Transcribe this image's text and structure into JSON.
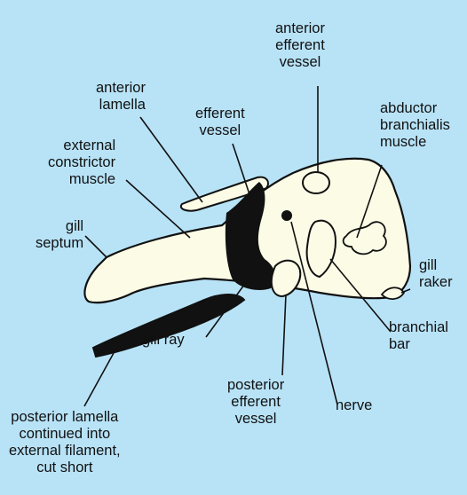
{
  "diagram": {
    "background": "#b8e3f7",
    "tissue_fill": "#fbfbe6",
    "ink": "#111111",
    "labels": {
      "anterior_efferent_vessel": [
        "anterior",
        "efferent",
        "vessel"
      ],
      "anterior_lamella": [
        "anterior",
        "lamella"
      ],
      "efferent_vessel": [
        "efferent",
        "vessel"
      ],
      "abductor_branchialis_muscle": [
        "abductor",
        "branchialis",
        "muscle"
      ],
      "external_constrictor_muscle": [
        "external",
        "constrictor",
        "muscle"
      ],
      "gill_septum": [
        "gill",
        "septum"
      ],
      "gill_raker": [
        "gill",
        "raker"
      ],
      "branchial_bar": [
        "branchial",
        "bar"
      ],
      "gill_ray": [
        "gill ray"
      ],
      "nerve": [
        "nerve"
      ],
      "posterior_efferent_vessel": [
        "posterior",
        "efferent",
        "vessel"
      ],
      "posterior_lamella": [
        "posterior lamella",
        "continued into",
        "external filament,",
        "cut short"
      ]
    }
  }
}
